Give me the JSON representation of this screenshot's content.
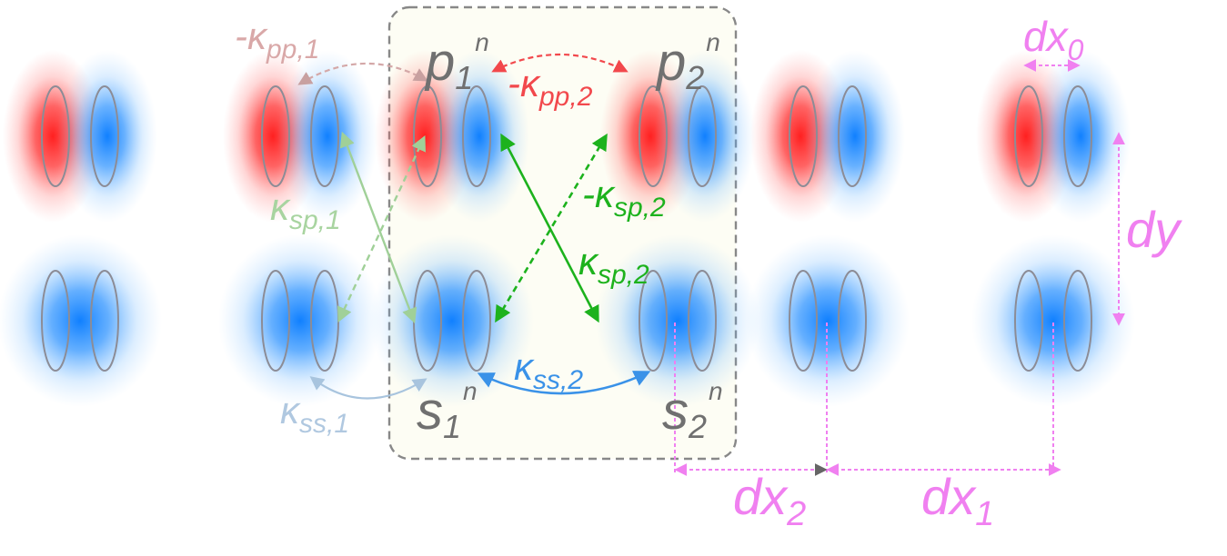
{
  "orbitals": {
    "p1": {
      "base": "p",
      "sub": "1",
      "sup": "n"
    },
    "p2": {
      "base": "p",
      "sub": "2",
      "sup": "n"
    },
    "s1": {
      "base": "s",
      "sub": "1",
      "sup": "n"
    },
    "s2": {
      "base": "s",
      "sub": "2",
      "sup": "n"
    }
  },
  "couplings": {
    "kpp1": {
      "sign": "-",
      "sym": "κ",
      "sub": "pp,1",
      "color": "#d9a8a8"
    },
    "kpp2": {
      "sign": "-",
      "sym": "κ",
      "sub": "pp,2",
      "color": "#f2484c"
    },
    "ksp1": {
      "sign": "",
      "sym": "κ",
      "sub": "sp,1",
      "color": "#a8d4a0"
    },
    "ksp2_neg": {
      "sign": "-",
      "sym": "κ",
      "sub": "sp,2",
      "color": "#1db21d"
    },
    "ksp2": {
      "sign": "",
      "sym": "κ",
      "sub": "sp,2",
      "color": "#1db21d"
    },
    "kss1": {
      "sign": "",
      "sym": "κ",
      "sub": "ss,1",
      "color": "#b0c8e0"
    },
    "kss2": {
      "sign": "",
      "sym": "κ",
      "sub": "ss,2",
      "color": "#3a92e8"
    }
  },
  "dimensions": {
    "dx0": {
      "base": "dx",
      "sub": "0"
    },
    "dx1": {
      "base": "dx",
      "sub": "1"
    },
    "dx2": {
      "base": "dx",
      "sub": "2"
    },
    "dy": {
      "base": "dy",
      "sub": ""
    },
    "color": "#f080f0"
  },
  "colors": {
    "p_lobe_negative": "#ff2a2a",
    "p_lobe_positive": "#1a8cff",
    "s_orbital": "#1a8cff",
    "unit_cell_border": "#888888"
  }
}
